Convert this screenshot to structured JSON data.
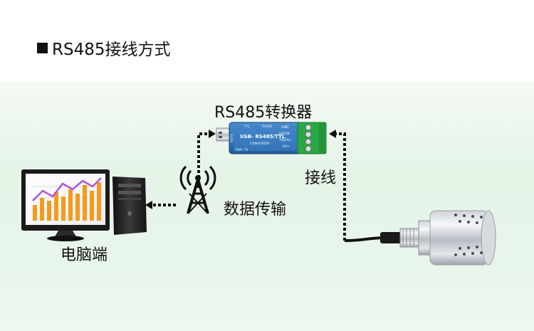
{
  "title": "RS485接线方式",
  "labels": {
    "converter": "RS485转换器",
    "wiring": "接线",
    "data_transfer": "数据传输",
    "pc": "电脑端"
  },
  "device_text": {
    "main": "USB- RS485/TTL",
    "sub": "CONVERTER",
    "top1": "TTL",
    "top2": "RS485",
    "pin1": "GND",
    "pin2": "RXD/B-",
    "pin3": "TXD/A+",
    "pin4": "5V+",
    "small1": "PWR",
    "small2": "TX",
    "side": "RX/TX"
  },
  "colors": {
    "terminal": "#29a844",
    "converter_body": "#2d6fb3",
    "bar_orange": "#f59a1b",
    "line_purple": "#b152d6"
  }
}
